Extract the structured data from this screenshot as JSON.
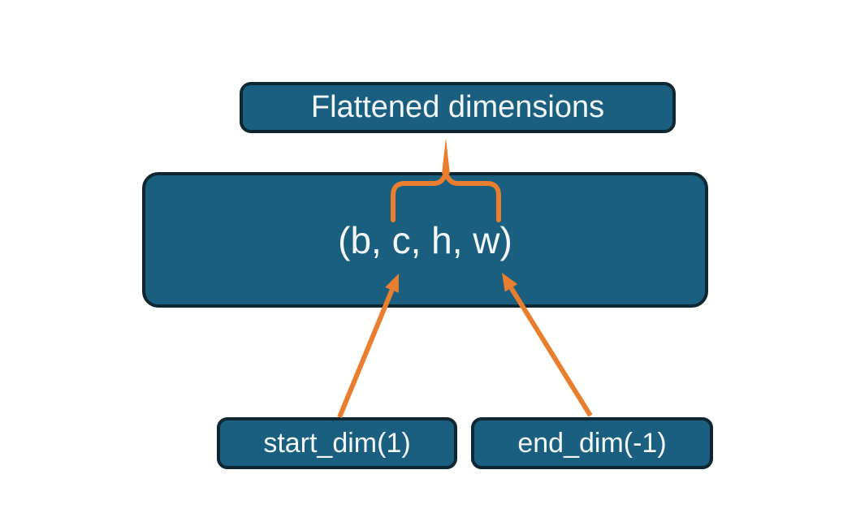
{
  "diagram": {
    "title_box": {
      "label": "Flattened dimensions"
    },
    "tensor_box": {
      "label": "(b, c, h, w)"
    },
    "start_dim_box": {
      "label": "start_dim(1)"
    },
    "end_dim_box": {
      "label": "end_dim(-1)"
    },
    "connector_icons": {
      "brace": "curly-brace-up",
      "start_dim_arrow": "arrow-up-right",
      "end_dim_arrow": "arrow-up-left"
    }
  },
  "colors": {
    "background": "#ffffff",
    "box_fill": "#1a5f80",
    "box_border": "#0e2733",
    "label_text": "#f4f7f8",
    "connector_orange": "#e87e2e"
  }
}
